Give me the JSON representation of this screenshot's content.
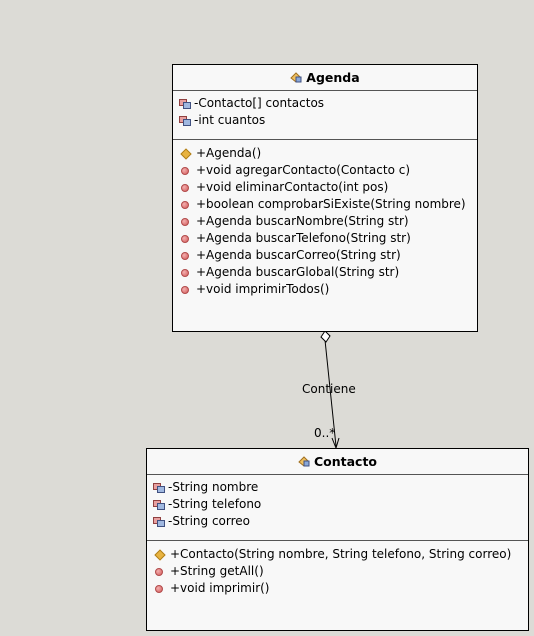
{
  "diagram": {
    "agenda": {
      "name": "Agenda",
      "attributes": [
        {
          "text": "-Contacto[] contactos",
          "icon": "field-icon"
        },
        {
          "text": "-int cuantos",
          "icon": "field-icon"
        }
      ],
      "operations": [
        {
          "text": "+Agenda()",
          "icon": "constructor-icon"
        },
        {
          "text": "+void agregarContacto(Contacto c)",
          "icon": "method-icon"
        },
        {
          "text": "+void eliminarContacto(int pos)",
          "icon": "method-icon"
        },
        {
          "text": "+boolean comprobarSiExiste(String nombre)",
          "icon": "method-icon"
        },
        {
          "text": "+Agenda buscarNombre(String str)",
          "icon": "method-icon"
        },
        {
          "text": "+Agenda buscarTelefono(String str)",
          "icon": "method-icon"
        },
        {
          "text": "+Agenda buscarCorreo(String str)",
          "icon": "method-icon"
        },
        {
          "text": "+Agenda buscarGlobal(String str)",
          "icon": "method-icon"
        },
        {
          "text": "+void imprimirTodos()",
          "icon": "method-icon"
        }
      ]
    },
    "contacto": {
      "name": "Contacto",
      "attributes": [
        {
          "text": "-String nombre",
          "icon": "field-icon"
        },
        {
          "text": "-String telefono",
          "icon": "field-icon"
        },
        {
          "text": "-String correo",
          "icon": "field-icon"
        }
      ],
      "operations": [
        {
          "text": "+Contacto(String nombre, String telefono, String correo)",
          "icon": "constructor-icon"
        },
        {
          "text": "+String getAll()",
          "icon": "method-icon"
        },
        {
          "text": "+void imprimir()",
          "icon": "method-icon"
        }
      ]
    },
    "association": {
      "label": "Contiene",
      "multiplicity": "0..*"
    }
  }
}
